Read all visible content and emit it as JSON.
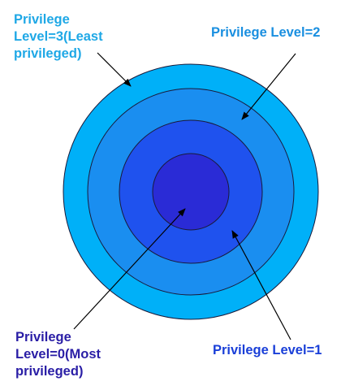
{
  "labels": {
    "level3": {
      "lines": [
        "Privilege",
        "Level=3(Least",
        "privileged)"
      ],
      "color": "#1fa8e6"
    },
    "level2": {
      "lines": [
        "Privilege Level=2"
      ],
      "color": "#1a8fe0"
    },
    "level0": {
      "lines": [
        "Privilege",
        "Level=0(Most",
        "privileged)"
      ],
      "color": "#2a1ea6"
    },
    "level1": {
      "lines": [
        "Privilege Level=1"
      ],
      "color": "#1a3fd8"
    }
  },
  "colors": {
    "ring3": "#00b0f8",
    "ring2": "#1a8ef0",
    "ring1": "#1f52ee",
    "ring0": "#2a2bd6",
    "outline": "#1a1a3a",
    "arrow": "#000000"
  }
}
